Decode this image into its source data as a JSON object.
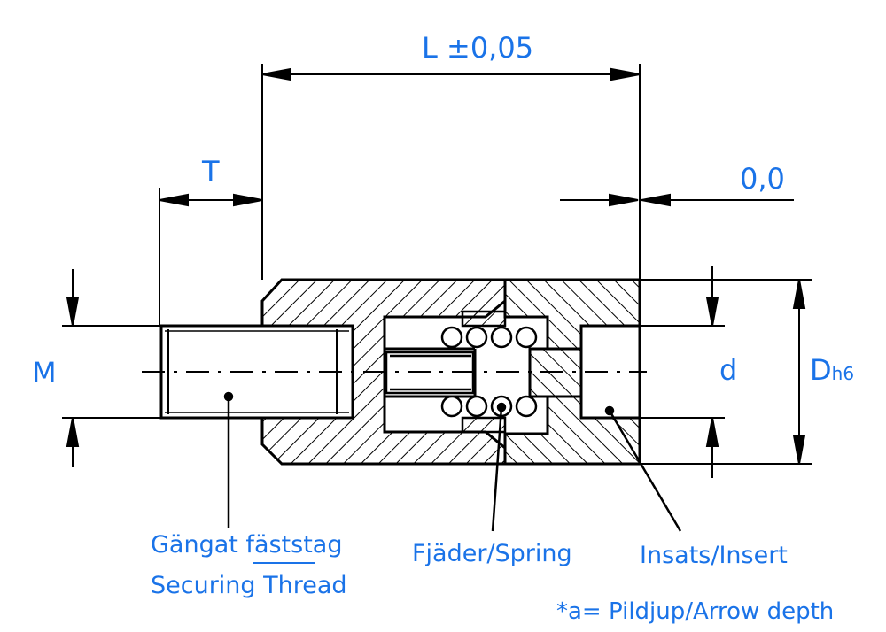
{
  "labels": {
    "length": "L ±0,05",
    "thread_length": "T",
    "offset": "0,0",
    "thread_diameter": "M",
    "inner_diameter": "d",
    "outer_diameter_main": "D",
    "outer_diameter_tolerance": "h6",
    "thread_name_sv": "Gängat fäststag",
    "thread_name_en": "Securing Thread",
    "spring": "Fjäder/Spring",
    "insert": "Insats/Insert",
    "note": "*a= Pildjup/Arrow depth"
  },
  "colors": {
    "label": "#1a73e8",
    "line": "#000000",
    "hatch": "#000000",
    "background": "#ffffff"
  }
}
